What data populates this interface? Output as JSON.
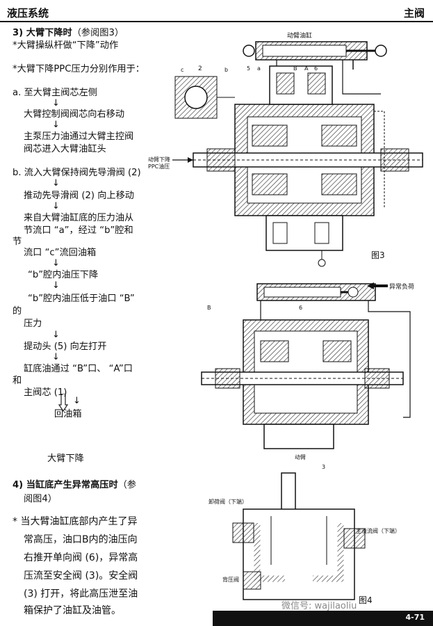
{
  "header": {
    "left": "液压系统",
    "right": "主阀"
  },
  "left": {
    "s3_title_bold": "3) 大臂下降时",
    "s3_title_ref": "（参阅图3）",
    "l1": "*大臂操纵杆做“下降”动作",
    "l2": "*大臂下降PPC压力分别作用于：",
    "a1": "a. 至大臂主阀芯左侧",
    "a2": "大臂控制阀阀芯向右移动",
    "a3a": "主泵压力油通过大臂主控阀",
    "a3b": "阀芯进入大臂油缸头",
    "b1": "b. 流入大臂保持阀先导滑阀 (2)",
    "b2": "推动先导滑阀 (2) 向上移动",
    "b3a": "来自大臂油缸底的压力油从",
    "b3b": "节流口 “a”，经过 “b”腔和",
    "b3c": "节",
    "b4": "流口 “c”流回油箱",
    "b5": "“b”腔内油压下降",
    "b6a": "“b”腔内油压低于油口 “B”",
    "b6b": "的",
    "b7": "压力",
    "b8": "提动头 (5) 向左打开",
    "b9a": "缸底油通过 “B”口、 “A”口",
    "b9b": "和",
    "b10": "主阀芯 (1)",
    "b11": "回油箱",
    "caption_down": "大臂下降",
    "s4_title_bold": "4) 当缸底产生异常高压时",
    "s4_title_ref": "（参",
    "s4_ref2": "阅图4）",
    "p1": "* 当大臂油缸底部内产生了异",
    "p2": "常高压，油口B内的油压向",
    "p3": "右推开单向阀 (6)，异常高",
    "p4": "压流至安全阀 (3)。安全阀",
    "p5": "(3) 打开，将此高压泄至油",
    "p6": "箱保护了油缸及油管。",
    "arrow": "↓"
  },
  "fig3": {
    "title": "动臂油缸",
    "c": "c",
    "n2": "2",
    "b": "b",
    "n5": "5",
    "a": "a",
    "B": "B",
    "A": "A",
    "n6": "6",
    "ppc1": "动臂下降",
    "ppc2": "PPC油压",
    "caption": "图3"
  },
  "fig_mid": {
    "load": "异常负荷",
    "B": "B",
    "n6": "6",
    "caption": "动臂"
  },
  "fig4": {
    "n3": "3",
    "unload": "卸荷阀（下端）",
    "main_relief": "主溢流阀（下端）",
    "back": "背压阀",
    "caption": "图4"
  },
  "watermark": "微信号: wajilaoliu",
  "footer": "4-71"
}
